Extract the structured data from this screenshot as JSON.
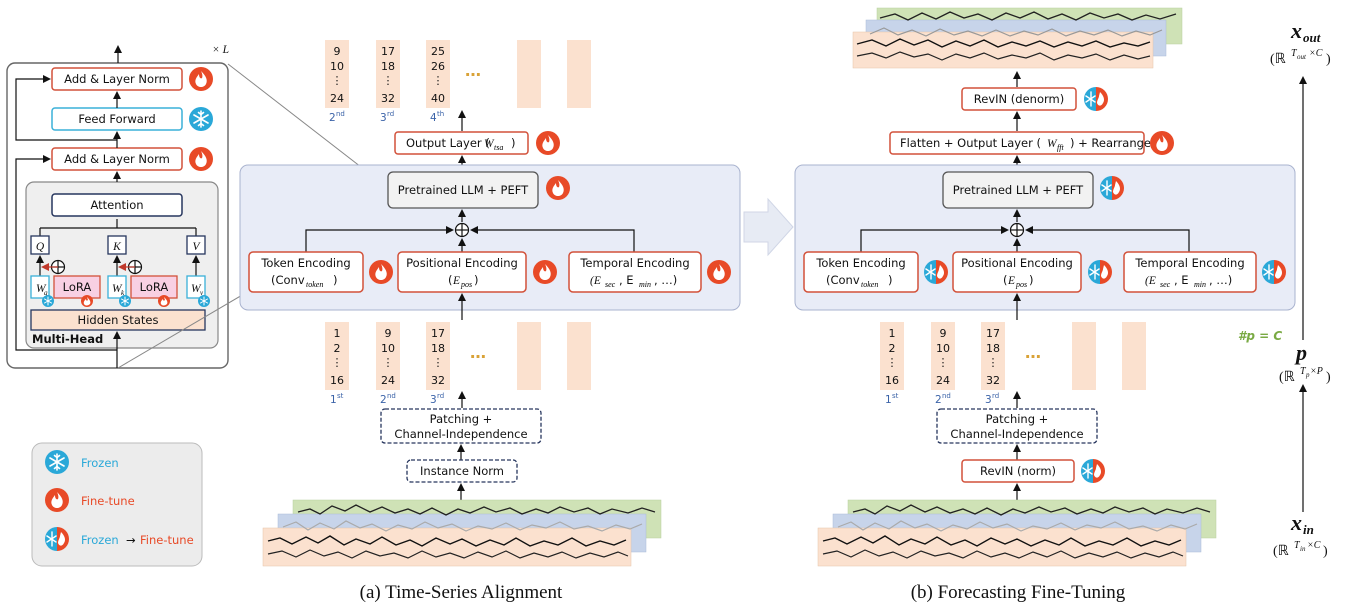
{
  "colors": {
    "fire": "#e84a27",
    "frozen": "#2aa8d8",
    "panel": "#e8ecf7",
    "patch": "#fbe1cf",
    "box_border_red": "#d2513a",
    "box_border_blue": "#3ab0d8",
    "navy": "#27365e",
    "ordinal_blue": "#3b63a8",
    "green_text": "#7aaa44"
  },
  "icons": {
    "fine_tune": "fire-icon",
    "frozen": "snowflake-icon",
    "frozen_to_fine_tune": "half-snowflake-half-fire-icon"
  },
  "transformer": {
    "times_l": "× L",
    "add_norm_top": "Add & Layer Norm",
    "feed_forward": "Feed Forward",
    "add_norm_bottom": "Add & Layer Norm",
    "attention": "Attention",
    "q": "Q",
    "k": "K",
    "v": "V",
    "lora": "LoRA",
    "wq": "W",
    "wq_sub": "q",
    "wk": "W",
    "wk_sub": "k",
    "wv": "W",
    "wv_sub": "v",
    "hidden_states": "Hidden States",
    "multi_head": "Multi-Head"
  },
  "legend": {
    "frozen": "Frozen",
    "fine_tune": "Fine-tune",
    "frozen_part": "Frozen",
    "arrow": "→",
    "fine_tune_part": "Fine-tune"
  },
  "panel_a": {
    "caption": "(a) Time-Series Alignment",
    "output_patches": [
      {
        "top": "9",
        "mid": "10",
        "dots": "⋮",
        "bot": "24",
        "ord_num": "2",
        "ord_sup": "nd"
      },
      {
        "top": "17",
        "mid": "18",
        "dots": "⋮",
        "bot": "32",
        "ord_num": "3",
        "ord_sup": "rd"
      },
      {
        "top": "25",
        "mid": "26",
        "dots": "⋮",
        "bot": "40",
        "ord_num": "4",
        "ord_sup": "th"
      }
    ],
    "ellipsis": "…",
    "output_layer": "Output Layer (",
    "output_layer_w": "W",
    "output_layer_sub": "tsa",
    "output_layer_close": ")",
    "llm": "Pretrained LLM + PEFT",
    "token_encoding": "Token Encoding",
    "token_encoding_sub": "(Conv",
    "token_encoding_subsub": "token",
    "positional_encoding": "Positional Encoding",
    "positional_e": "E",
    "positional_sub": "pos",
    "temporal_encoding": "Temporal Encoding",
    "temporal_formula": "(E",
    "temporal_sec": "sec",
    "temporal_min": "min",
    "temporal_rest": ", …)",
    "input_patches": [
      {
        "top": "1",
        "mid": "2",
        "dots": "⋮",
        "bot": "16",
        "ord_num": "1",
        "ord_sup": "st"
      },
      {
        "top": "9",
        "mid": "10",
        "dots": "⋮",
        "bot": "24",
        "ord_num": "2",
        "ord_sup": "nd"
      },
      {
        "top": "17",
        "mid": "18",
        "dots": "⋮",
        "bot": "32",
        "ord_num": "3",
        "ord_sup": "rd"
      }
    ],
    "patching_line1": "Patching +",
    "patching_line2": "Channel-Independence",
    "instance_norm": "Instance Norm"
  },
  "panel_b": {
    "caption": "(b) Forecasting Fine-Tuning",
    "revin_denorm": "RevIN (denorm)",
    "flatten": "Flatten + Output Layer (",
    "flatten_w": "W",
    "flatten_sub": "fft",
    "flatten_close": ") + Rearrange",
    "llm": "Pretrained LLM + PEFT",
    "token_encoding": "Token Encoding",
    "positional_encoding": "Positional Encoding",
    "temporal_encoding": "Temporal Encoding",
    "input_patches": [
      {
        "top": "1",
        "mid": "2",
        "dots": "⋮",
        "bot": "16",
        "ord_num": "1",
        "ord_sup": "st"
      },
      {
        "top": "9",
        "mid": "10",
        "dots": "⋮",
        "bot": "24",
        "ord_num": "2",
        "ord_sup": "nd"
      },
      {
        "top": "17",
        "mid": "18",
        "dots": "⋮",
        "bot": "32",
        "ord_num": "3",
        "ord_sup": "rd"
      }
    ],
    "patching_line1": "Patching +",
    "patching_line2": "Channel-Independence",
    "revin_norm": "RevIN (norm)"
  },
  "dims": {
    "x_out": "x",
    "x_out_sub": "out",
    "x_out_space": "(ℝ",
    "x_out_sup": "T",
    "x_out_sup_sub": "out",
    "x_out_sup_rest": "×C",
    "x_out_close": ")",
    "p_count": "#p = C",
    "p": "p",
    "p_space": "(ℝ",
    "p_sup": "T",
    "p_sup_sub": "p",
    "p_sup_rest": "×P",
    "p_close": ")",
    "x_in": "x",
    "x_in_sub": "in",
    "x_in_space": "(ℝ",
    "x_in_sup": "T",
    "x_in_sup_sub": "in",
    "x_in_sup_rest": "×C",
    "x_in_close": ")"
  }
}
